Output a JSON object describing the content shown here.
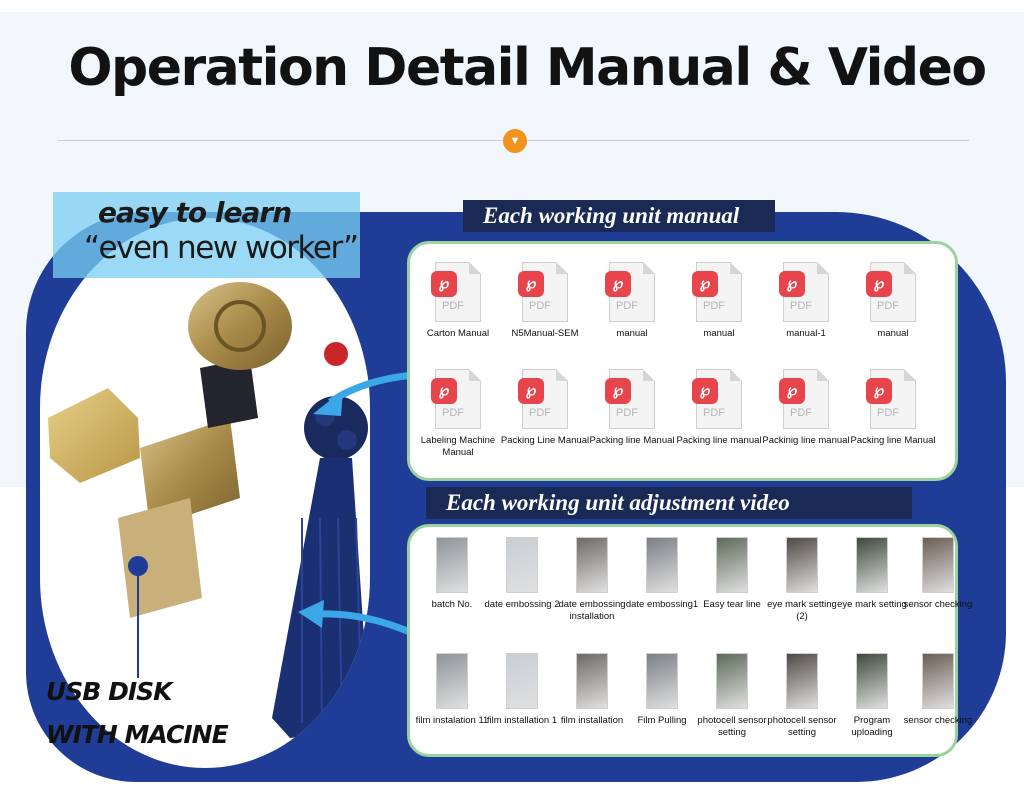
{
  "title": "Operation Detail Manual & Video",
  "learn": {
    "line1": "easy to learn",
    "line2": "“even new worker”"
  },
  "usb": {
    "line1": "USB DISK",
    "line2": "WITH MACINE"
  },
  "manuals": {
    "header": "Each working unit manual",
    "pdf_text": "PDF",
    "items": [
      "Carton Manual",
      "N5Manual-SEM",
      "manual",
      "manual",
      "manual-1",
      "manual",
      "Labeling Machine Manual",
      "Packing  Line Manual",
      "Packing line Manual",
      "Packing line manual",
      "Packinig line manual",
      "Packing line Manual"
    ]
  },
  "videos": {
    "header": "Each working unit adjustment video",
    "items": [
      "batch No.",
      "date embossing 2",
      "date embossing installation",
      "date embossing1",
      "Easy tear line",
      "eye mark setting (2)",
      "eye mark setting",
      "sensor checking",
      "film instalation 11",
      "film installation 1",
      "film installation",
      "Film Pulling",
      "photocell sensor setting",
      "photocell sensor setting",
      "Program uploading",
      "sensor checking"
    ]
  },
  "colors": {
    "background_band": "#f2f7fc",
    "blue_shape": "#1f3d97",
    "header_bar": "#1b2a55",
    "panel_border": "#9ad39e",
    "accent_orange": "#f1931f",
    "learn_box": "#7acdf3",
    "pdf_badge": "#e8444c"
  }
}
